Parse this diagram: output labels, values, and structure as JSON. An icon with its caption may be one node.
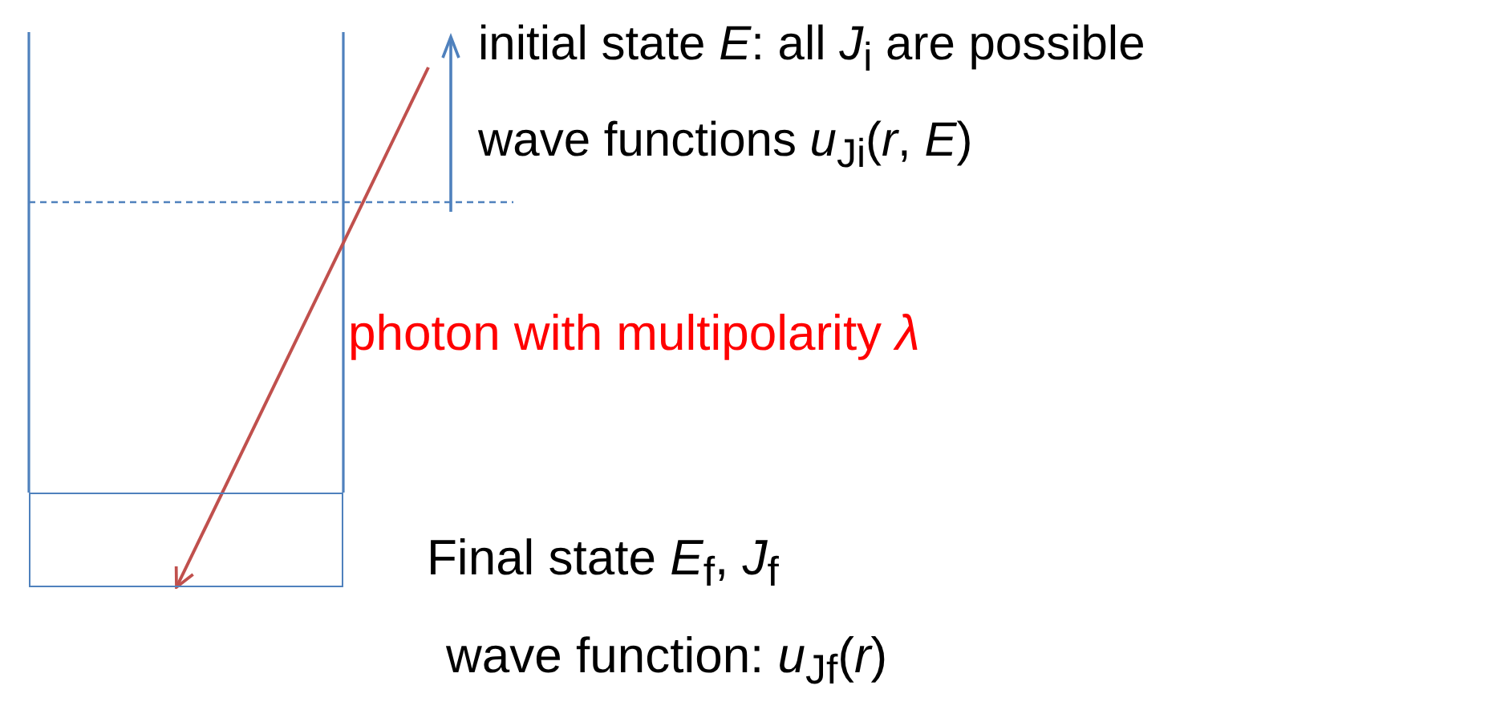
{
  "diagram": {
    "nodes": [
      {
        "text": [
          "initial state *E*: all *J*$_{i}$ are possible",
          "wave functions *u*$_{Ji}$(*r*, *E*)"
        ]
      },
      {
        "text": [],
        "shape": "box"
      },
      {
        "text": [
          "Final state *E*$_{f}$,  *J*$_{f}$",
          "wave function: *u*$_{Jf}$(*r*)"
        ]
      }
    ],
    "edges": [
      {
        "from": 0,
        "to": 1,
        "arrow": "to",
        "label": "photon with multipolarity *λ*",
        "color": "#c0504d"
      }
    ]
  }
}
